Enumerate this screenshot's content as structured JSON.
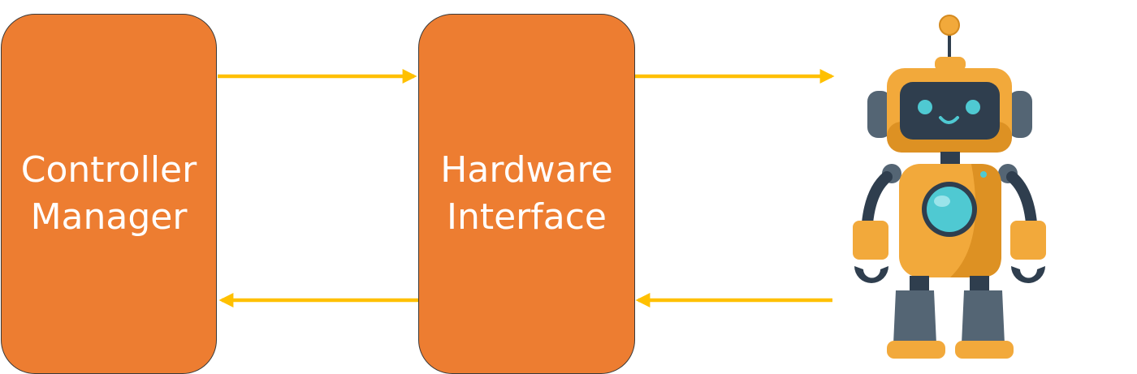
{
  "diagram": {
    "blocks": [
      {
        "id": "controller",
        "label": "Controller\nManager"
      },
      {
        "id": "hardware",
        "label": "Hardware\nInterface"
      }
    ],
    "colors": {
      "block_fill": "#ed7d31",
      "block_border": "#3a3a3a",
      "arrow": "#ffc000",
      "robot_body": "#f2a93b",
      "robot_dark": "#2f3e4e",
      "robot_eye": "#4fc9d2"
    },
    "robot": {
      "icon": "robot-icon"
    }
  }
}
